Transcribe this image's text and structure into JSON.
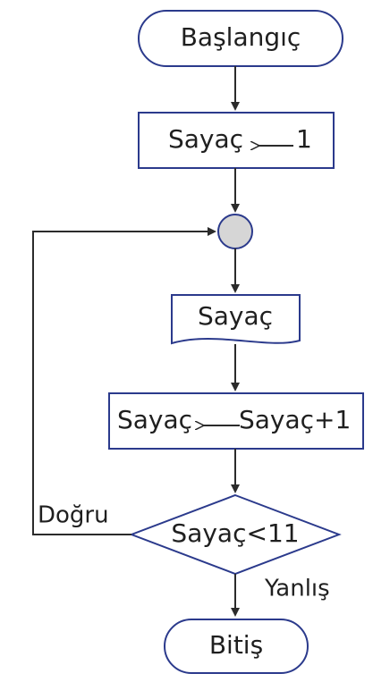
{
  "flowchart": {
    "start": "Başlangıç",
    "init": {
      "left": "Sayaç",
      "right": "1"
    },
    "output": "Sayaç",
    "increment": {
      "left": "Sayaç",
      "right": "Sayaç+1"
    },
    "condition": "Sayaç<11",
    "yes_label": "Doğru",
    "no_label": "Yanlış",
    "end": "Bitiş"
  }
}
